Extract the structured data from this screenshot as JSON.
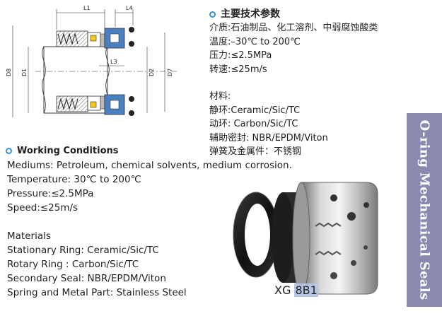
{
  "drawing": {
    "dimension_labels": [
      "L1",
      "L4",
      "L3",
      "D8",
      "D1",
      "D2",
      "D7"
    ]
  },
  "specs_cn": {
    "heading": "主要技术参数",
    "lines": [
      "介质:石油制品、化工溶剂、中弱腐蚀酸类",
      "温度:–30℃ to 200℃",
      "压力:≤2.5MPa",
      "转速:≤25m/s"
    ],
    "materials_heading": "材料:",
    "materials": [
      "静环:Ceramic/Sic/TC",
      "动环: Carbon/Sic/TC",
      "辅助密封: NBR/EPDM/Viton",
      "弹簧及金属件：不锈钢"
    ]
  },
  "working_conditions": {
    "heading": "Working Conditions",
    "lines": [
      "Mediums: Petroleum, chemical solvents, medium corrosion.",
      "Temperature: 30℃ to 200℃",
      "Pressure:≤2.5MPa",
      "Speed:≤25m/s"
    ],
    "materials_heading": "Materials",
    "materials": [
      "Stationary Ring: Ceramic/Sic/TC",
      "Rotary Ring : Carbon/Sic/TC",
      "Secondary Seal: NBR/EPDM/Viton",
      "Spring and Metal Part: Stainless Steel"
    ]
  },
  "side_banner": {
    "text": "O-ring Mechanical Seals"
  },
  "model": {
    "prefix": "XG",
    "code": "8B1"
  },
  "colors": {
    "accent": "#3b8fd0",
    "banner": "#8a8ab0",
    "highlight": "#b8c6e6",
    "seal_blue": "#4a7fc0",
    "seal_yellow": "#f2c81c"
  }
}
